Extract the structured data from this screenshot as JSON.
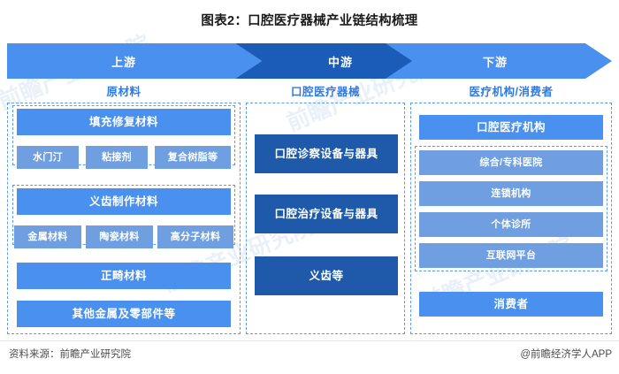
{
  "title": "图表2：口腔医疗器械产业链结构梳理",
  "banner": {
    "segments": [
      {
        "label": "上游",
        "color": "#4a90ee"
      },
      {
        "label": "中游",
        "color": "#1a5cb8"
      },
      {
        "label": "下游",
        "color": "#4a90ee"
      }
    ]
  },
  "captions": {
    "left": "原材料",
    "middle": "口腔医疗器械",
    "right": "医疗机构/消费者",
    "color": "#2f7ae5"
  },
  "upstream": {
    "group1": {
      "head": "填充修复材料",
      "children": [
        "水门汀",
        "粘接剂",
        "复合树脂等"
      ]
    },
    "group2": {
      "head": "义齿制作材料",
      "children": [
        "金属材料",
        "陶瓷材料",
        "高分子材料"
      ]
    },
    "standalone": [
      "正畸材料",
      "其他金属及零部件等"
    ]
  },
  "midstream": {
    "items": [
      "口腔诊察设备与器具",
      "口腔治疗设备与器具",
      "义齿等"
    ]
  },
  "downstream": {
    "head": "口腔医疗机构",
    "children": [
      "综合/专科医院",
      "连锁机构",
      "个体诊所",
      "互联网平台"
    ],
    "standalone": "消费者"
  },
  "footer": {
    "source": "资料来源：前瞻产业研究院",
    "brand": "@前瞻经济学人APP"
  },
  "watermark": {
    "text": "前瞻产业研究院"
  },
  "colors": {
    "header_blue": "#4a90ee",
    "sub_blue": "#6f9fe0",
    "dark_blue": "#1f5aaa",
    "dashed_border": "#5b9bea"
  }
}
